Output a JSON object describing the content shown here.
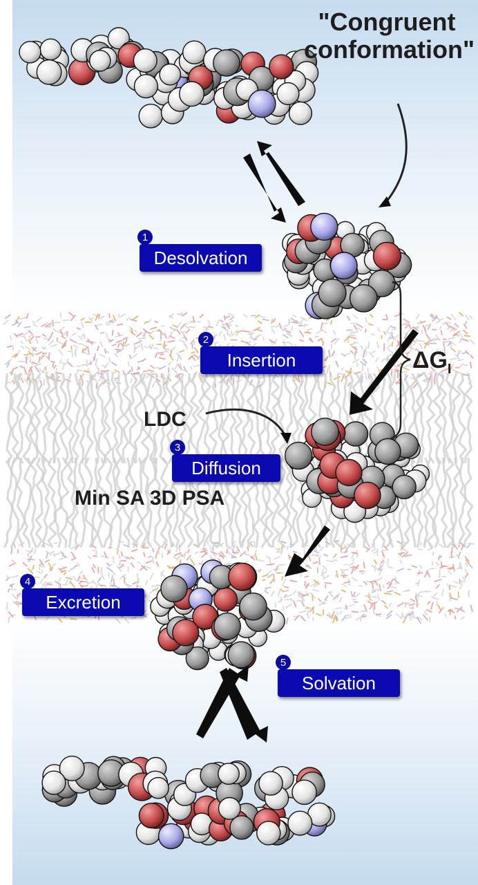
{
  "title_lines": [
    "\"Congruent",
    "conformation\""
  ],
  "steps": [
    {
      "number": "1",
      "label": "Desolvation"
    },
    {
      "number": "2",
      "label": "Insertion"
    },
    {
      "number": "3",
      "label": "Diffusion"
    },
    {
      "number": "4",
      "label": "Excretion"
    },
    {
      "number": "5",
      "label": "Solvation"
    }
  ],
  "annotations": {
    "ldc": "LDC",
    "min_sa": "Min SA 3D PSA",
    "delta_g": "ΔG",
    "delta_g_sub": "I"
  },
  "colors": {
    "label_fill": "#0a0ab0",
    "badge_fill": "#0a0aa6",
    "water_blue": "#c6dcef",
    "oxygen": "#c44a4a",
    "nitrogen": "#a7a7e8",
    "carbon": "#9a9a9a",
    "hydrogen": "#f2f2f2"
  }
}
